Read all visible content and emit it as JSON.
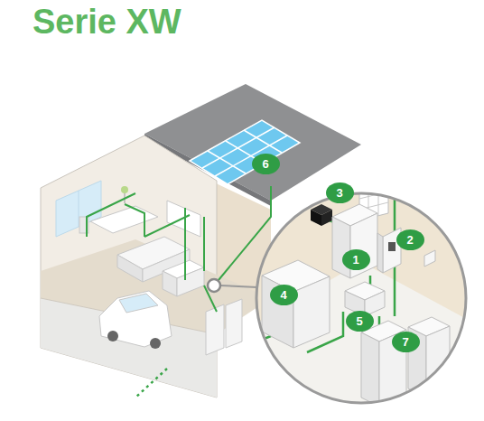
{
  "diagram": {
    "title": "Serie XW",
    "labels": [
      "1",
      "2",
      "3",
      "4",
      "5",
      "6",
      "7"
    ]
  }
}
